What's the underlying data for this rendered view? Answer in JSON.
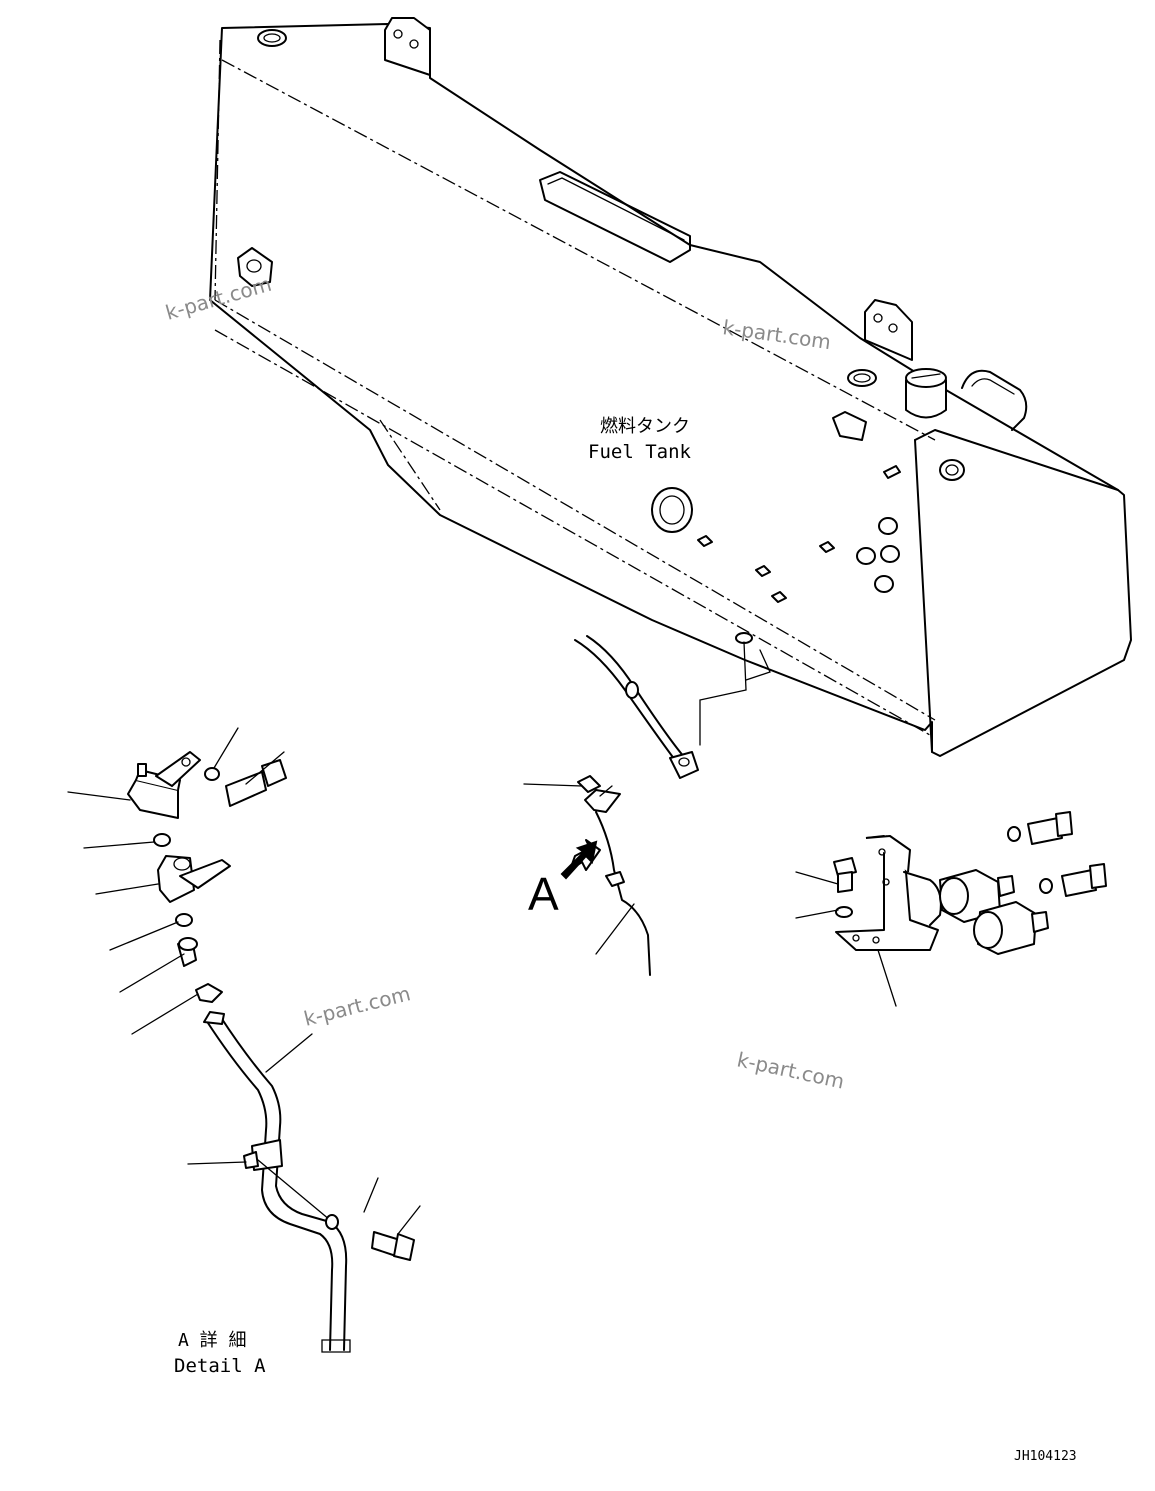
{
  "labels": {
    "tank_jp": "燃料タンク",
    "tank_en": "Fuel Tank",
    "view_letter": "A",
    "detail_jp": "A 詳 細",
    "detail_en": "Detail A",
    "drawing_no": "JH104123"
  },
  "watermarks": [
    "k-part.com",
    "k-part.com",
    "k-part.com",
    "k-part.com"
  ]
}
